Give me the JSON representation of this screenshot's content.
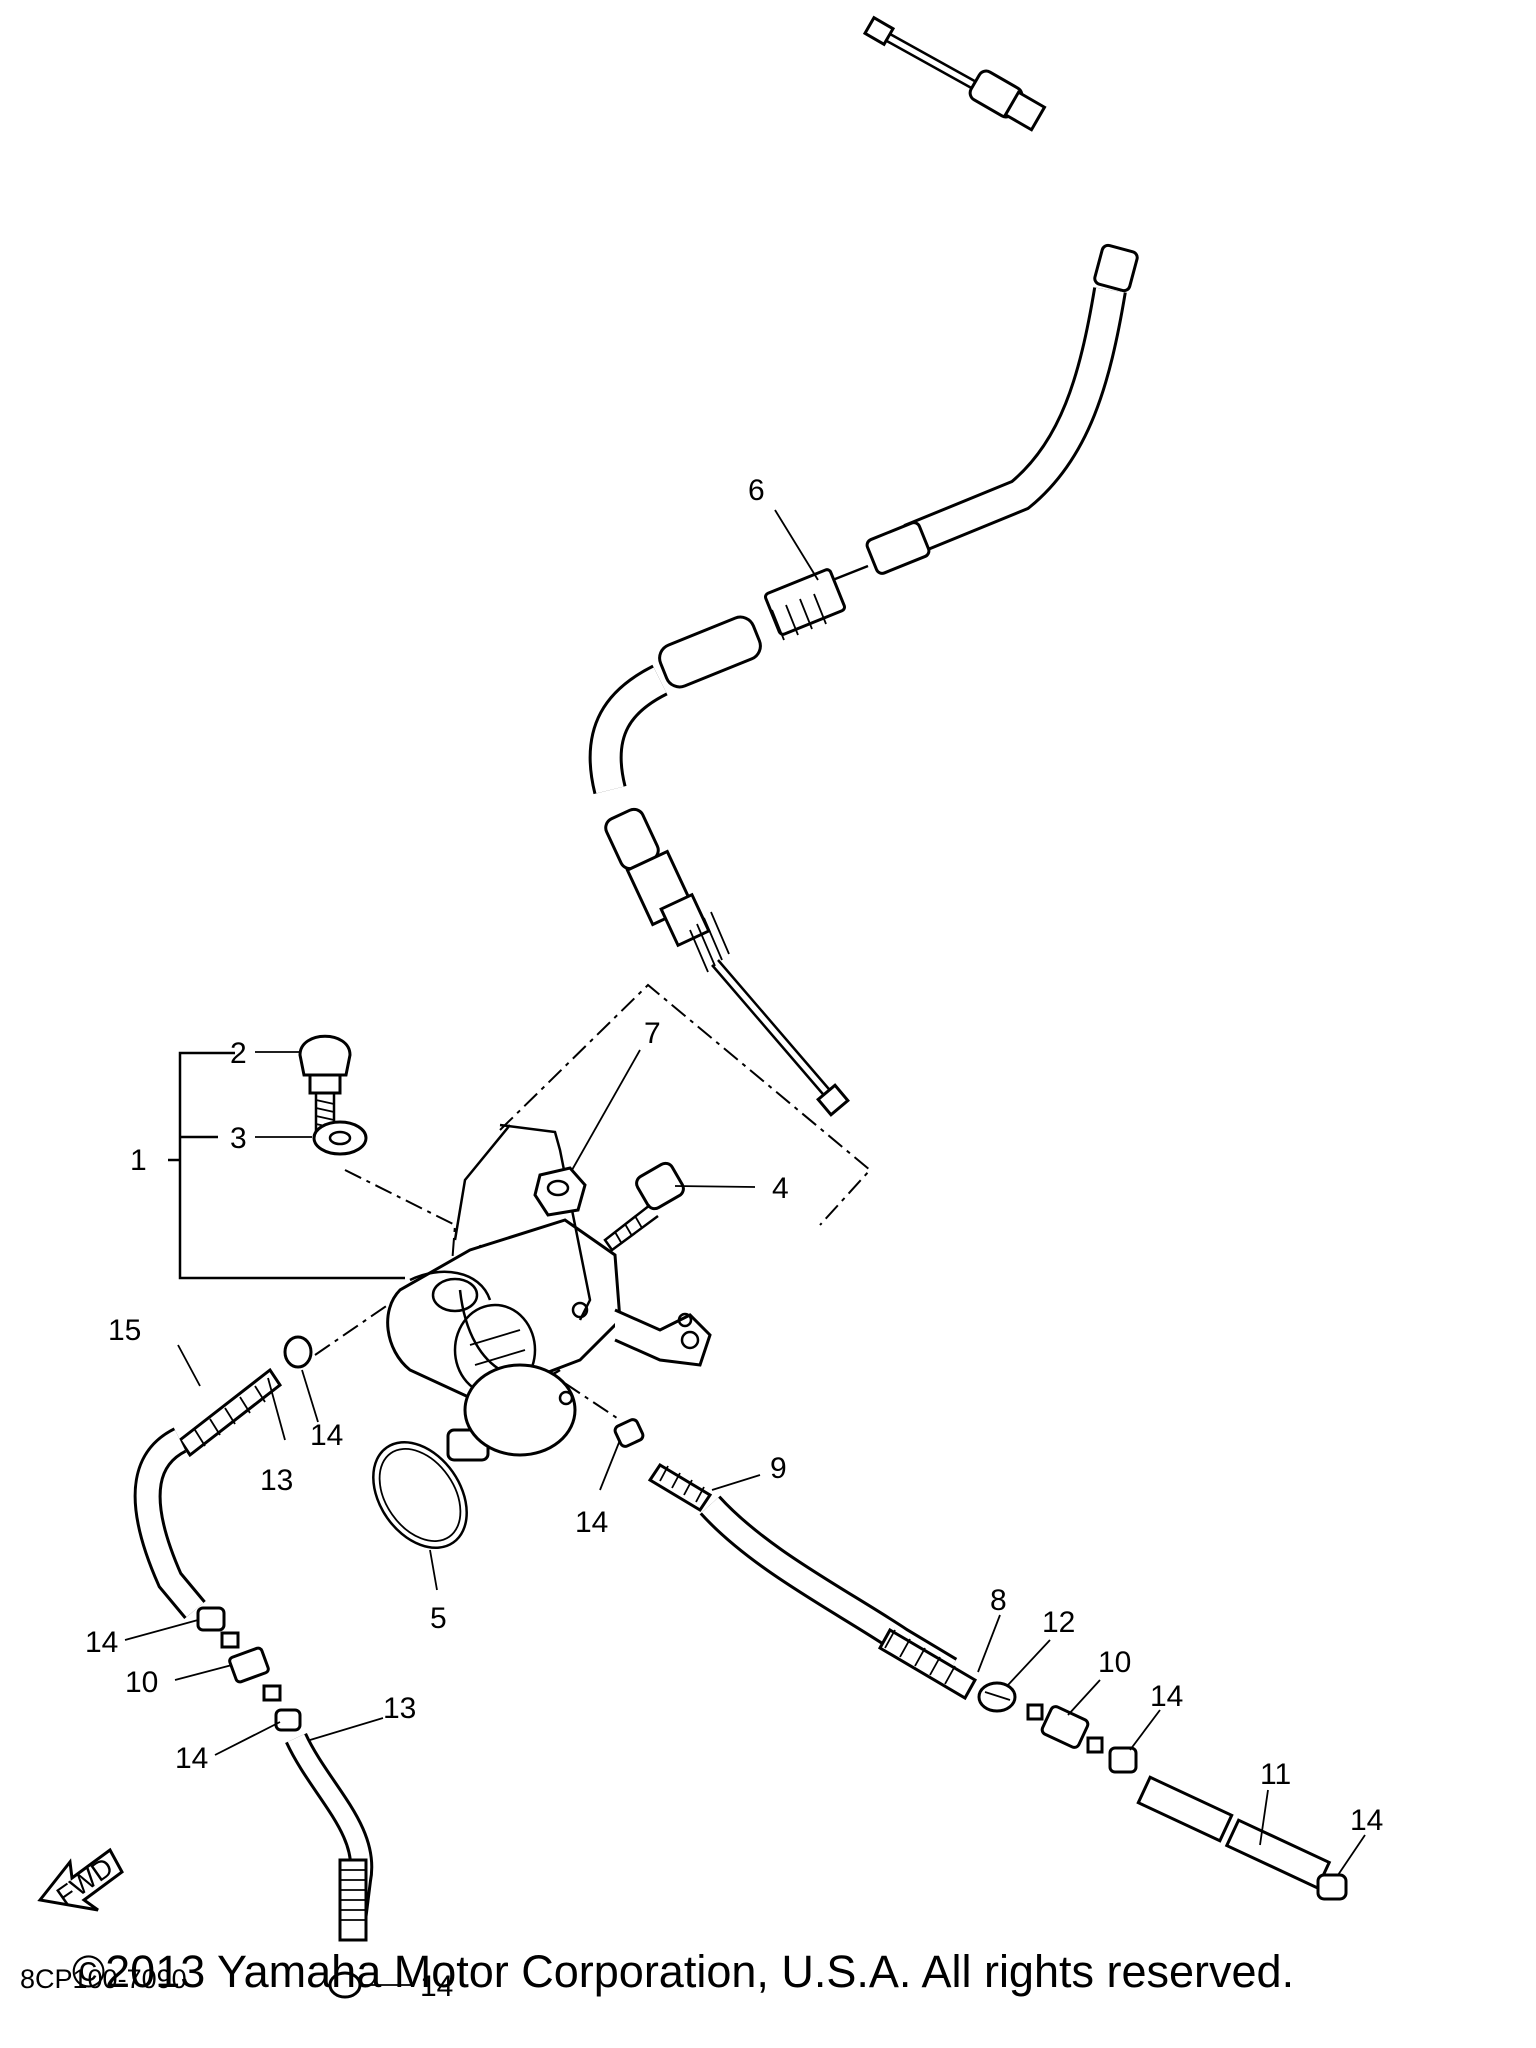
{
  "diagram": {
    "code": "8CP100-7090",
    "fwd_label": "FWD",
    "callouts": [
      "1",
      "2",
      "3",
      "4",
      "5",
      "6",
      "7",
      "8",
      "9",
      "10",
      "10",
      "11",
      "12",
      "13",
      "13",
      "14",
      "14",
      "14",
      "14",
      "14",
      "14",
      "14",
      "15"
    ]
  },
  "footer": {
    "copyright": "©2013 Yamaha Motor Corporation, U.S.A. All rights reserved."
  }
}
